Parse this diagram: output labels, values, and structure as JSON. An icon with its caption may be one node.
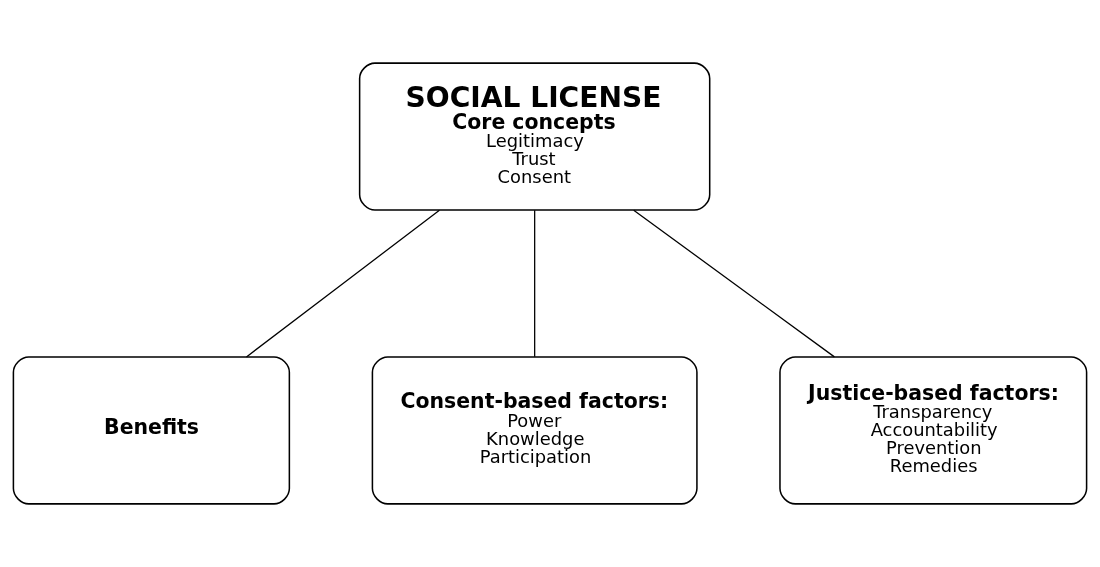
{
  "diagram": {
    "nodes": [
      {
        "text": [
          "SOCIAL LICENSE",
          "Core concepts",
          "Legitimacy",
          "Trust",
          "Consent"
        ]
      },
      {
        "text": [
          "Benefits"
        ]
      },
      {
        "text": [
          "Consent-based factors:",
          "Power",
          "Knowledge",
          "Participation"
        ]
      },
      {
        "text": [
          "Justice-based factors:",
          "Transparency",
          "Accountability",
          "Prevention",
          "Remedies"
        ]
      }
    ],
    "edges": [
      {
        "from": 0,
        "to": 1,
        "arrow": "none"
      },
      {
        "from": 0,
        "to": 2,
        "arrow": "none"
      },
      {
        "from": 0,
        "to": 3,
        "arrow": "none"
      }
    ]
  }
}
